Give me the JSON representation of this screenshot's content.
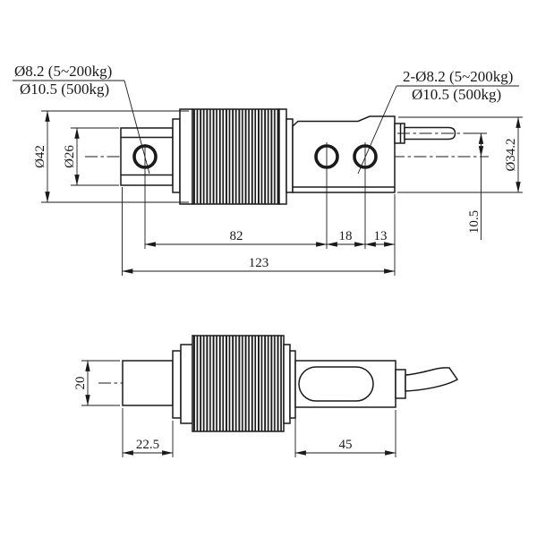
{
  "title": "Load cell technical drawing",
  "colors": {
    "background": "#ffffff",
    "line": "#1a1a1a"
  },
  "callouts": {
    "left_line1": "Ø8.2 (5~200kg)",
    "left_line2": "Ø10.5 (500kg)",
    "right_line1": "2-Ø8.2 (5~200kg)",
    "right_line2": "Ø10.5 (500kg)"
  },
  "dims": {
    "front": {
      "bellows_od": "Ø42",
      "boss_od": "Ø26",
      "body_od": "Ø34.2",
      "cable_offset": "10.5",
      "hole_span": "82",
      "hole_pitch": "18",
      "hole_to_end": "13",
      "overall_length": "123"
    },
    "bottom": {
      "shaft_width": "20",
      "shaft_length": "22.5",
      "body_length": "45"
    }
  }
}
